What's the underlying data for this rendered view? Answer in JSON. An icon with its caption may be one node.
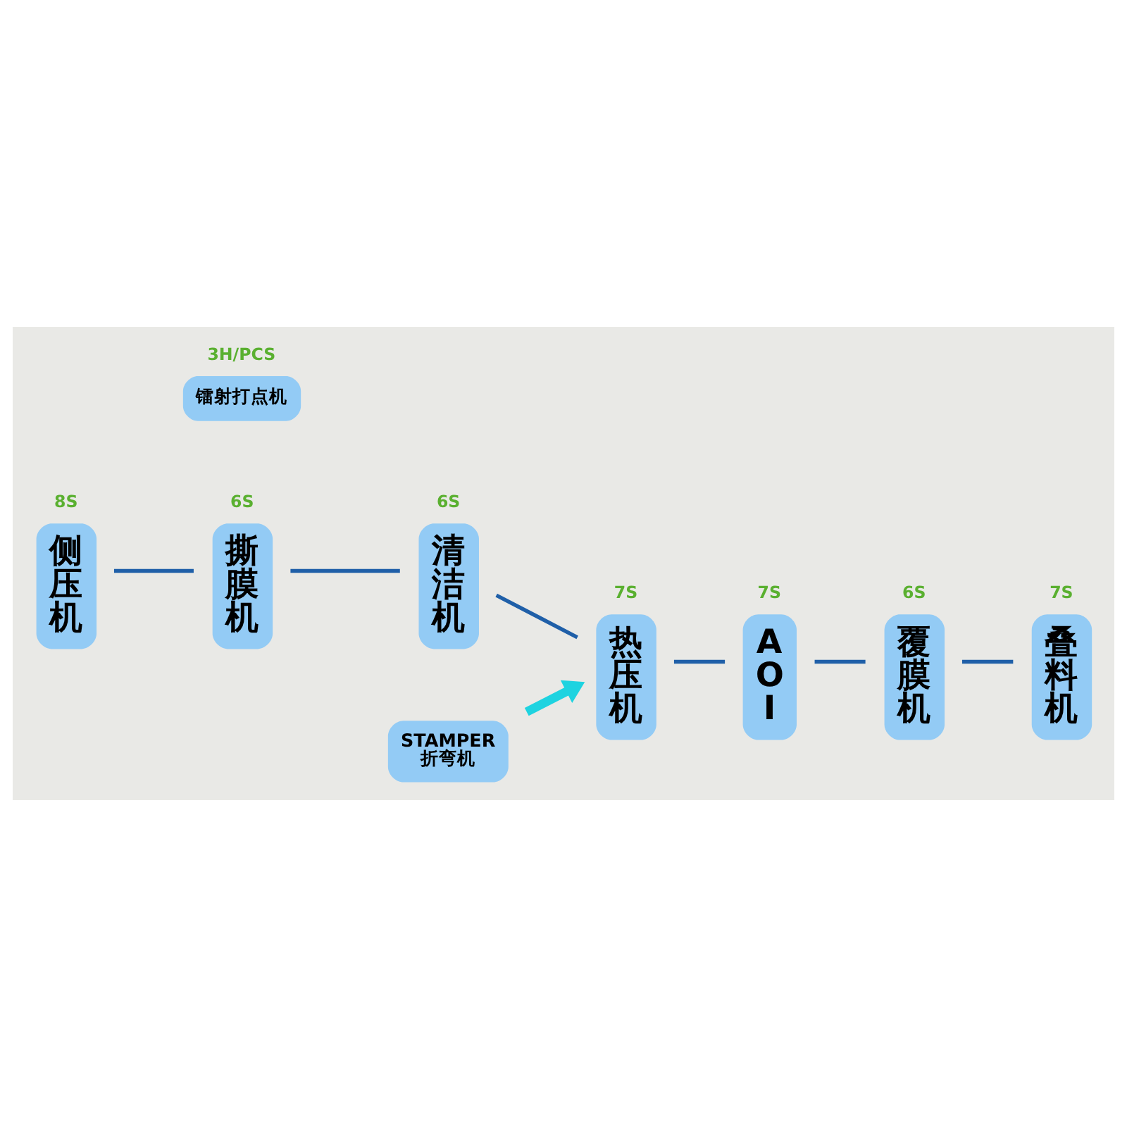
{
  "diagram": {
    "nodes": [
      {
        "text": [
          "侧压机"
        ],
        "beside": [
          "8S"
        ]
      },
      {
        "text": [
          "撕膜机"
        ],
        "beside": [
          "6S"
        ]
      },
      {
        "text": [
          "清洁机"
        ],
        "beside": [
          "6S"
        ]
      },
      {
        "text": [
          "热压机"
        ],
        "beside": [
          "7S"
        ]
      },
      {
        "text": [
          "AOI"
        ],
        "beside": [
          "7S"
        ]
      },
      {
        "text": [
          "覆膜机"
        ],
        "beside": [
          "6S"
        ]
      },
      {
        "text": [
          "叠料机"
        ],
        "beside": [
          "7S"
        ]
      },
      {
        "text": [
          "镭射打点机"
        ],
        "beside": [
          "3H/PCS"
        ]
      },
      {
        "text": [
          "STAMPER 折弯机"
        ]
      }
    ],
    "edges": [
      {
        "from": 0,
        "to": 1,
        "arrow": "none"
      },
      {
        "from": 1,
        "to": 2,
        "arrow": "none"
      },
      {
        "from": 2,
        "to": 3,
        "arrow": "none"
      },
      {
        "from": 3,
        "to": 4,
        "arrow": "none"
      },
      {
        "from": 4,
        "to": 5,
        "arrow": "none"
      },
      {
        "from": 5,
        "to": 6,
        "arrow": "none"
      },
      {
        "from": 8,
        "to": 3,
        "arrow": "to",
        "style": "thick",
        "color": "#1ed3e0"
      }
    ]
  }
}
